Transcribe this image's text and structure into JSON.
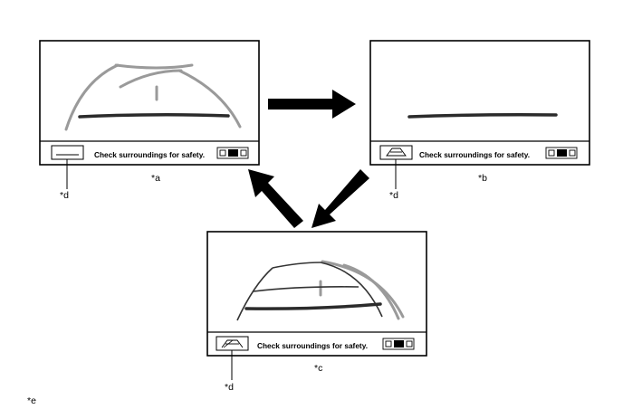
{
  "figure": {
    "screens": [
      {
        "id": "a",
        "label": "*a",
        "message": "Check surroundings for safety.",
        "callout": "*d"
      },
      {
        "id": "b",
        "label": "*b",
        "message": "Check surroundings for safety.",
        "callout": "*d"
      },
      {
        "id": "c",
        "label": "*c",
        "message": "Check surroundings for safety.",
        "callout": "*d"
      }
    ],
    "footnote_label": "*e"
  }
}
